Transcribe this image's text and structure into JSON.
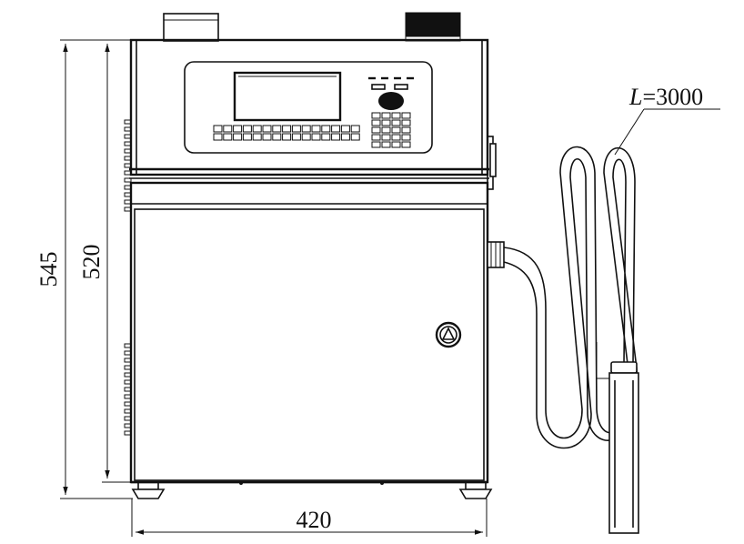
{
  "dimensions": {
    "width_label": "420",
    "total_height_label": "545",
    "body_height_label": "520",
    "hose_length_prefix": "L",
    "hose_length_value": "=3000"
  }
}
